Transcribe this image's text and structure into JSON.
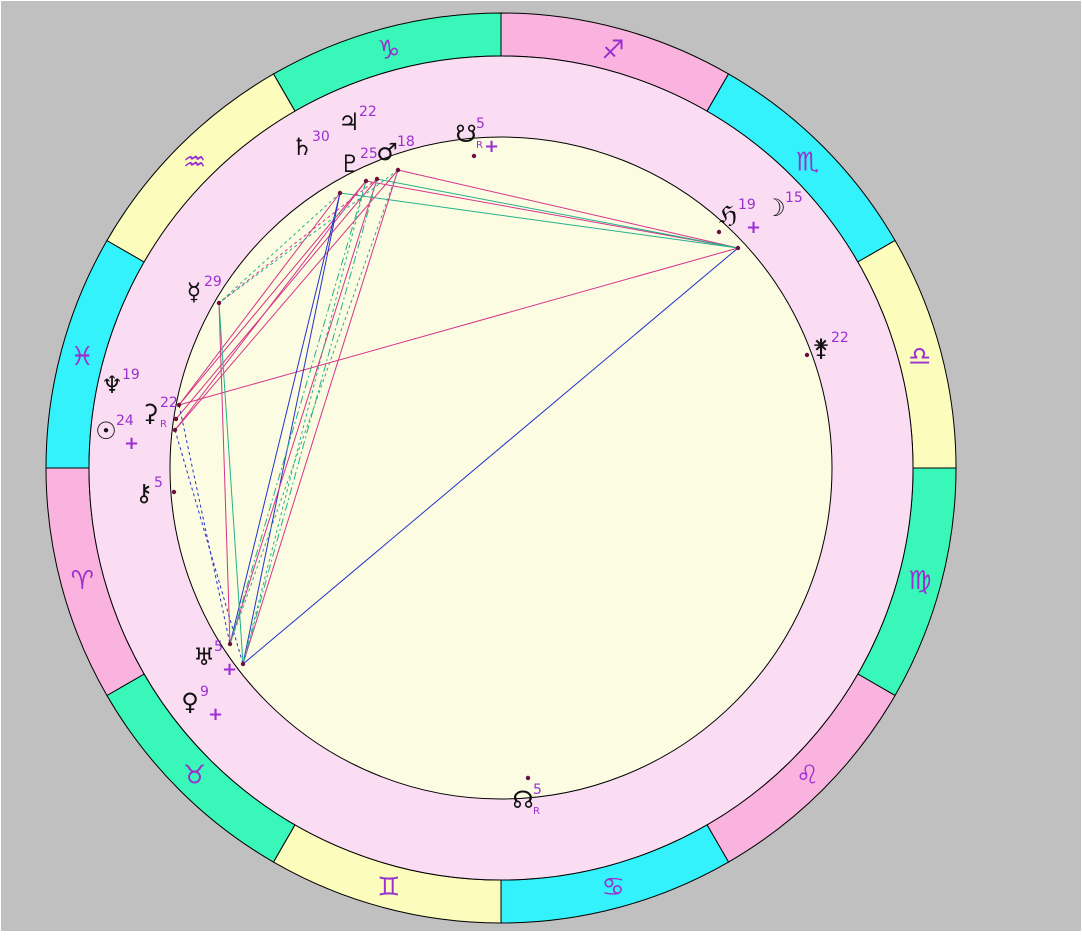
{
  "colors": {
    "panel_bg": "#c0c0c0",
    "wheel_pink": "#fbddf3",
    "inner_bg": "#fcfce3",
    "sign_yellow": "#fcfcbc",
    "sign_cyan": "#33f2fb",
    "sign_green": "#38f7b9",
    "sign_pink": "#fab3de",
    "sign_glyph": "#9b2fcf",
    "degree": "#9b2fcf",
    "planet_glyph": "#111111",
    "point_dot": "#6a0f40",
    "aspect_magenta": "#d6338b",
    "aspect_green": "#25b08b",
    "aspect_blue": "#2433c9"
  },
  "signs": [
    {
      "name": "Aries",
      "glyph": "♈"
    },
    {
      "name": "Taurus",
      "glyph": "♉"
    },
    {
      "name": "Gemini",
      "glyph": "♊"
    },
    {
      "name": "Cancer",
      "glyph": "♋"
    },
    {
      "name": "Leo",
      "glyph": "♌"
    },
    {
      "name": "Virgo",
      "glyph": "♍"
    },
    {
      "name": "Libra",
      "glyph": "♎"
    },
    {
      "name": "Scorpio",
      "glyph": "♏"
    },
    {
      "name": "Sagittarius",
      "glyph": "♐"
    },
    {
      "name": "Capricorn",
      "glyph": "♑"
    },
    {
      "name": "Aquarius",
      "glyph": "♒"
    },
    {
      "name": "Pisces",
      "glyph": "♓"
    }
  ],
  "planets": [
    {
      "id": "saturn",
      "glyph": "♄",
      "degree": "30",
      "retro": "",
      "plus": ""
    },
    {
      "id": "jupiter",
      "glyph": "♃",
      "degree": "22",
      "retro": "",
      "plus": ""
    },
    {
      "id": "pluto",
      "glyph": "♇",
      "degree": "25",
      "retro": "",
      "plus": ""
    },
    {
      "id": "mars",
      "glyph": "♂",
      "degree": "18",
      "retro": "",
      "plus": ""
    },
    {
      "id": "south-node",
      "glyph": "☋",
      "degree": "5",
      "retro": "R",
      "plus": "+"
    },
    {
      "id": "hygiea",
      "glyph": "ℌ",
      "degree": "19",
      "retro": "",
      "plus": "+"
    },
    {
      "id": "moon",
      "glyph": "☽",
      "degree": "15",
      "retro": "",
      "plus": ""
    },
    {
      "id": "juno",
      "glyph": "⚵",
      "degree": "22",
      "retro": "",
      "plus": ""
    },
    {
      "id": "north-node",
      "glyph": "☊",
      "degree": "5",
      "retro": "R",
      "plus": ""
    },
    {
      "id": "uranus",
      "glyph": "♅",
      "degree": "5",
      "retro": "",
      "plus": "+"
    },
    {
      "id": "venus",
      "glyph": "♀",
      "degree": "9",
      "retro": "",
      "plus": "+"
    },
    {
      "id": "chiron",
      "glyph": "⚷",
      "degree": "5",
      "retro": "",
      "plus": ""
    },
    {
      "id": "sun",
      "glyph": "☉",
      "degree": "24",
      "retro": "",
      "plus": "+"
    },
    {
      "id": "ceres",
      "glyph": "⚳",
      "degree": "22",
      "retro": "R",
      "plus": ""
    },
    {
      "id": "neptune",
      "glyph": "♆",
      "degree": "19",
      "retro": "",
      "plus": ""
    },
    {
      "id": "mercury",
      "glyph": "☿",
      "degree": "29",
      "retro": "",
      "plus": ""
    }
  ]
}
